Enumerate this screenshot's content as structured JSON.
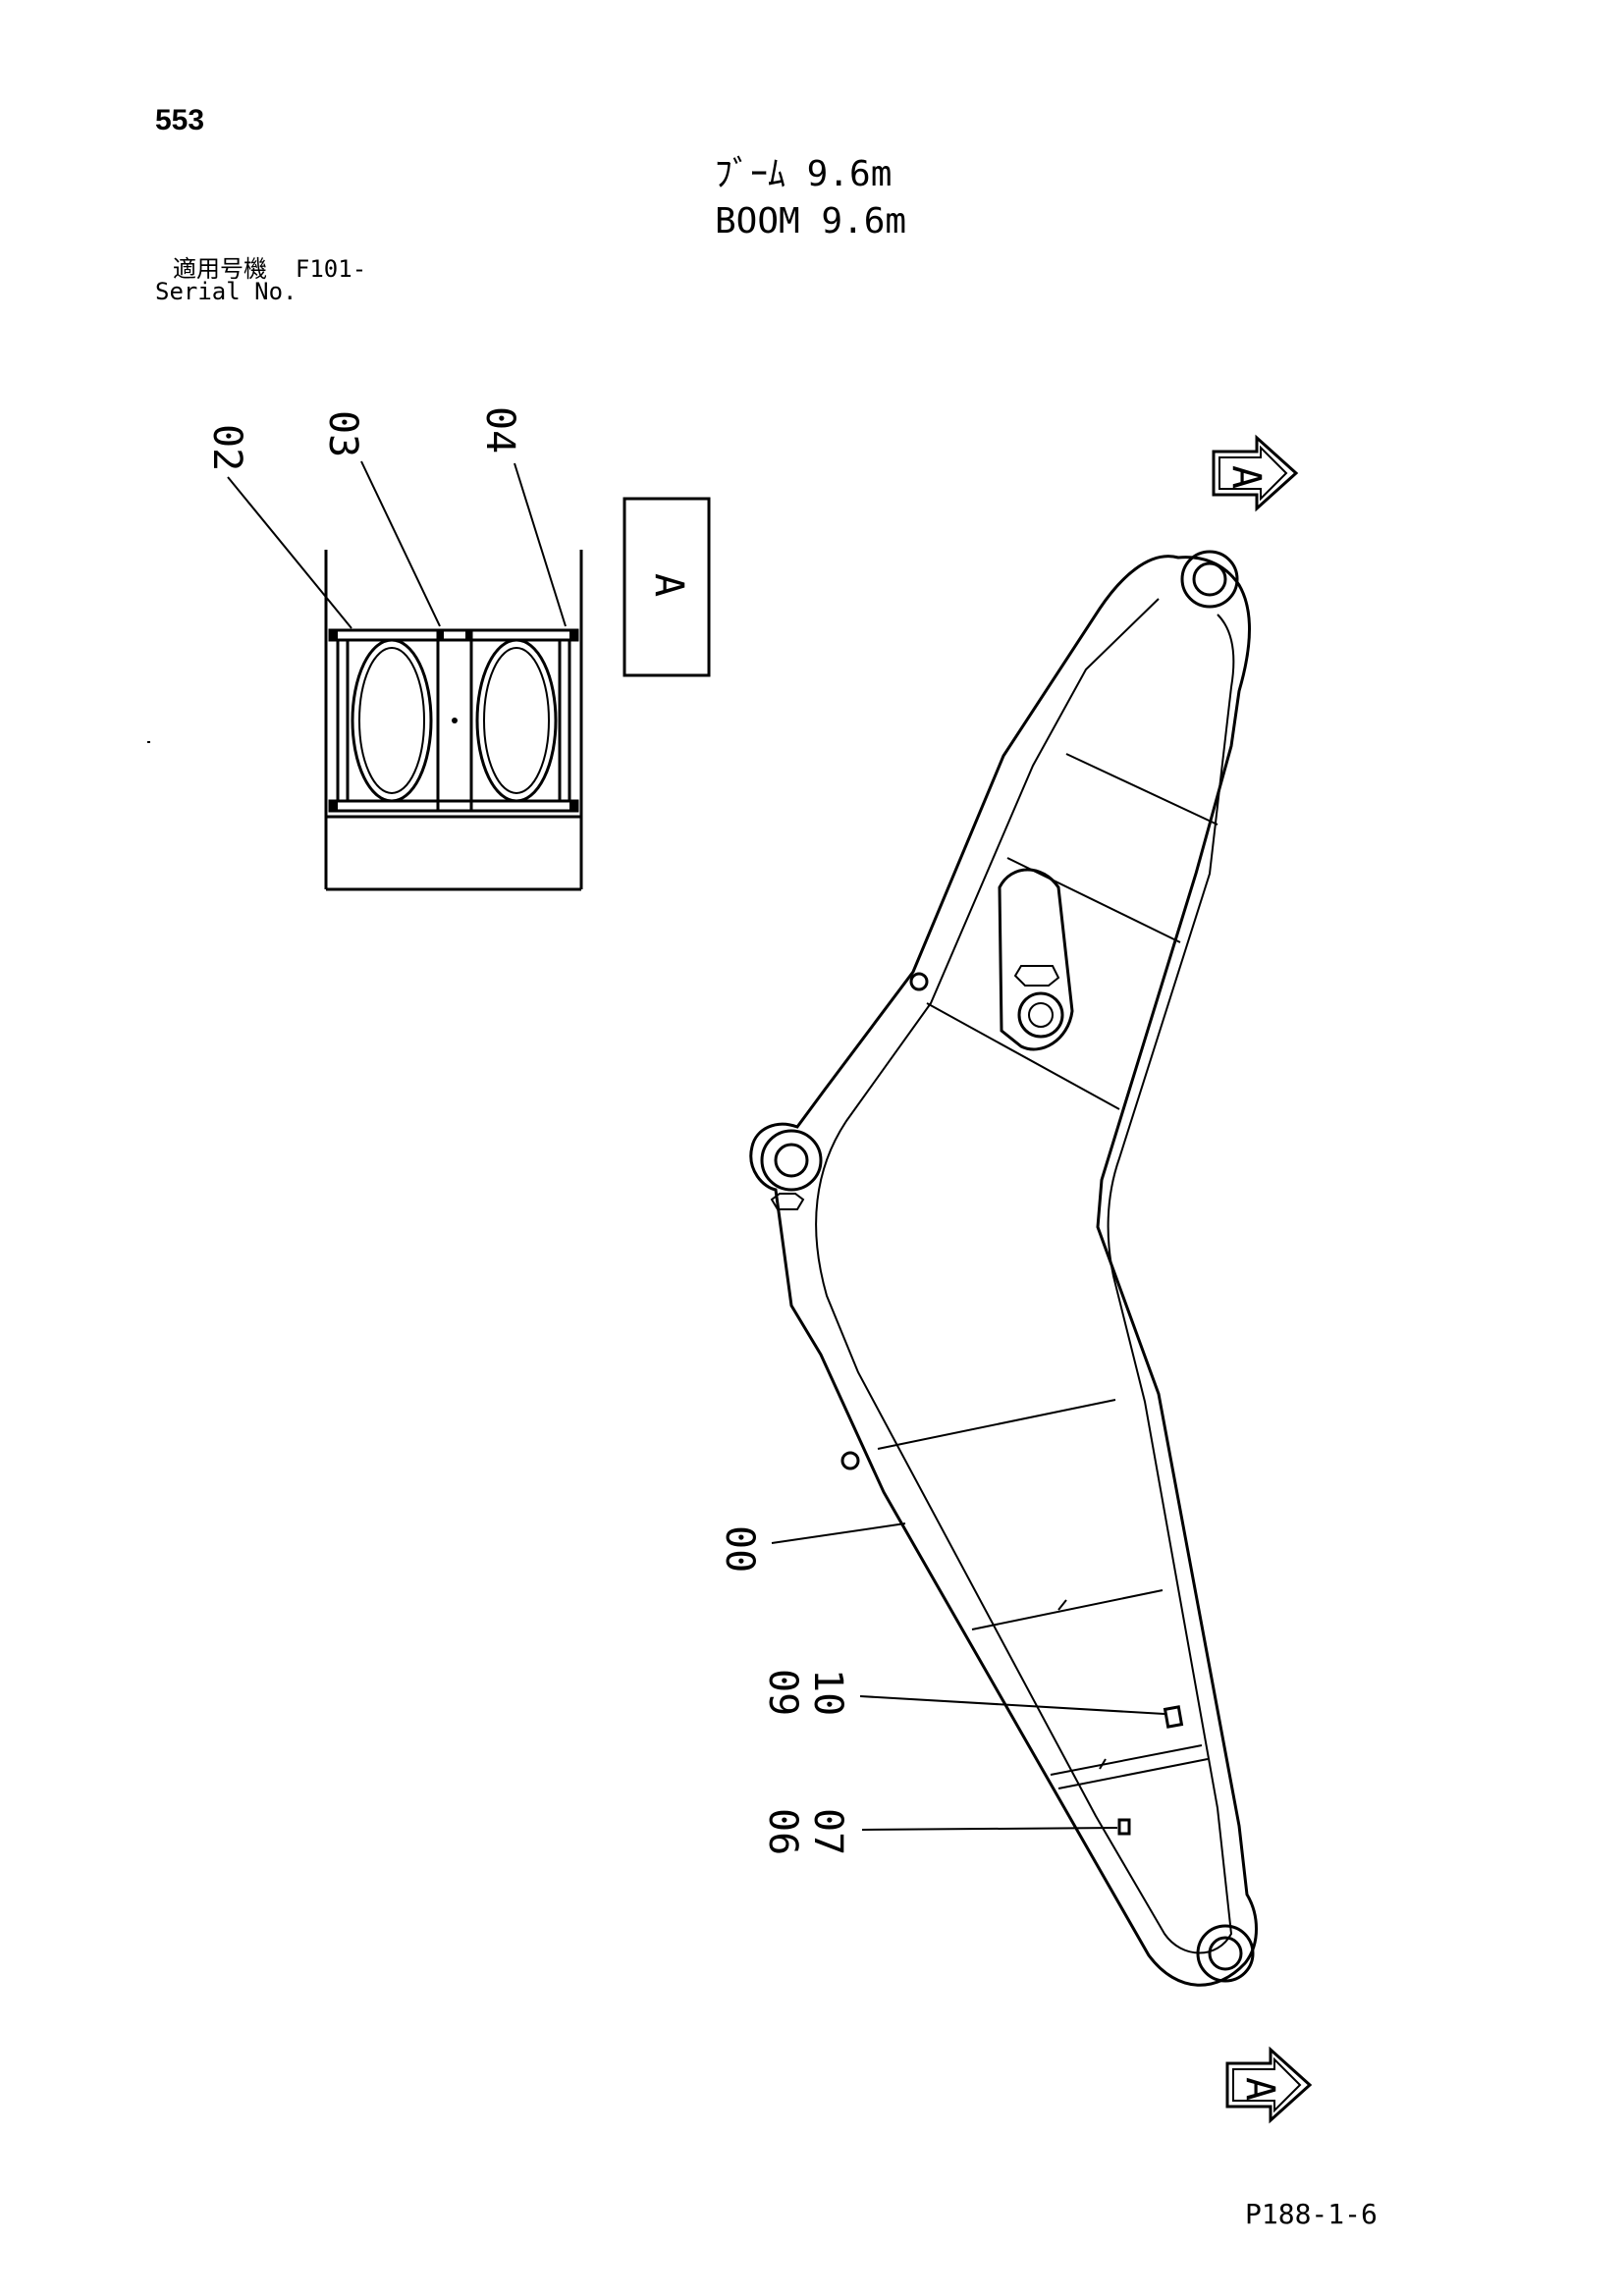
{
  "header": {
    "page_number": "553",
    "title_jp": "ﾌﾞｰﾑ 9.6m",
    "title_en": "BOOM 9.6m",
    "serial_label_jp": "適用号機",
    "serial_value": "F101-",
    "serial_label_en": "Serial No."
  },
  "view_label": "A",
  "callouts": {
    "c00": "00",
    "c02": "02",
    "c03": "03",
    "c04": "04",
    "c06": "06",
    "c07": "07",
    "c09": "09",
    "c10": "10"
  },
  "footer": {
    "drawing_code": "P188-1-6"
  }
}
